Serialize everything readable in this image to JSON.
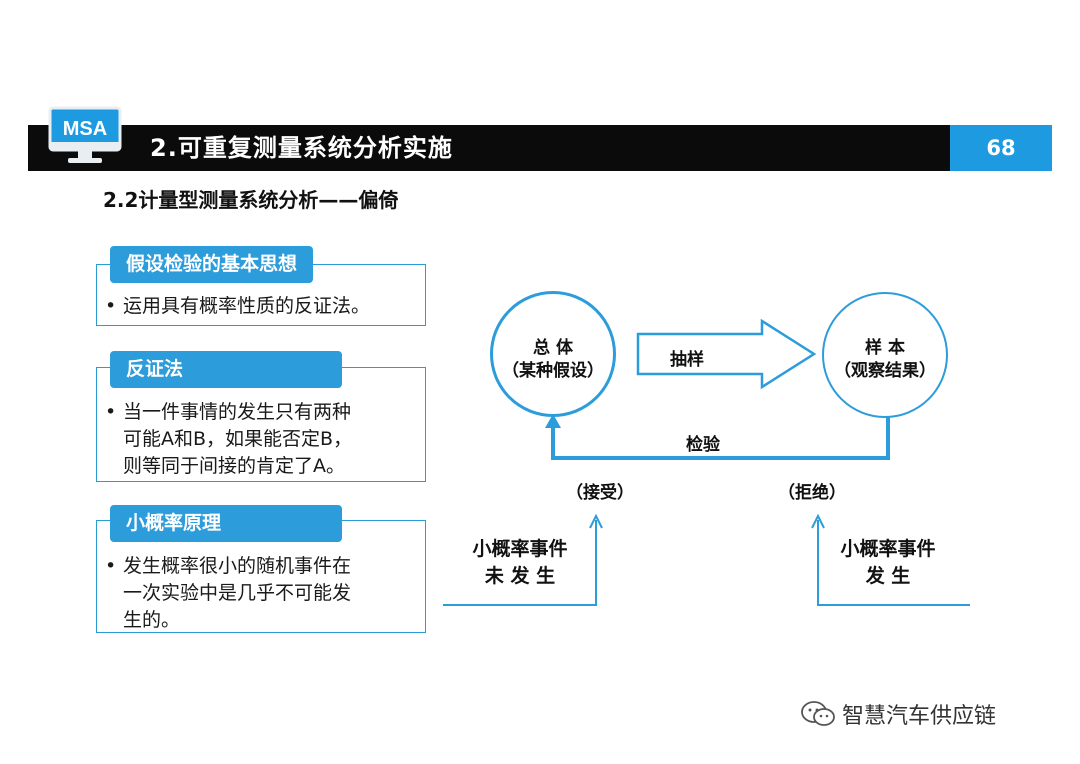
{
  "header": {
    "logo_text": "MSA",
    "title": "2.可重复测量系统分析实施",
    "page_number": "68",
    "accent_color": "#2d9cdb"
  },
  "subtitle": "2.2计量型测量系统分析——偏倚",
  "panels": [
    {
      "heading": "假设检验的基本思想",
      "lines": [
        "运用具有概率性质的反证法。"
      ]
    },
    {
      "heading": "反证法",
      "lines": [
        "当一件事情的发生只有两种",
        "可能A和B，如果能否定B，",
        "则等同于间接的肯定了A。"
      ]
    },
    {
      "heading": "小概率原理",
      "lines": [
        "发生概率很小的随机事件在",
        "一次实验中是几乎不可能发",
        "生的。"
      ]
    }
  ],
  "diagram": {
    "population": {
      "line1": "总  体",
      "line2": "（某种假设）"
    },
    "sample": {
      "line1": "样  本",
      "line2": "（观察结果）"
    },
    "sampling_label": "抽样",
    "test_label": "检验",
    "accept_label": "（接受）",
    "reject_label": "（拒绝）",
    "not_occur": {
      "line1": "小概率事件",
      "line2": "未  发  生"
    },
    "occur": {
      "line1": "小概率事件",
      "line2": "发      生"
    }
  },
  "watermark": "智慧汽车供应链",
  "icons": {
    "logo": "monitor-icon",
    "bullet": "bullet-dot",
    "watermark": "wechat-icon"
  }
}
